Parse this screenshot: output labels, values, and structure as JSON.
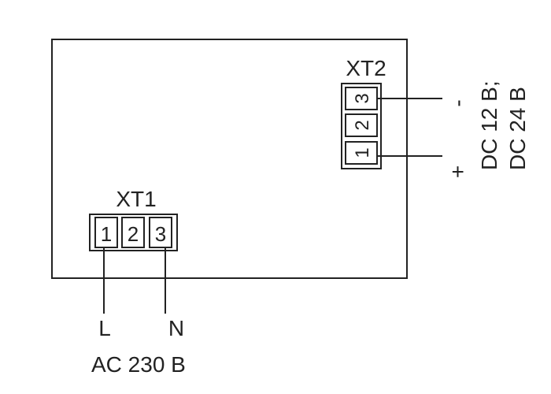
{
  "colors": {
    "line": "#222222",
    "background": "#ffffff"
  },
  "xt1": {
    "label": "XT1",
    "terminals": [
      "1",
      "2",
      "3"
    ],
    "wire_labels": {
      "left": "L",
      "right": "N"
    },
    "supply": "AC 230 B"
  },
  "xt2": {
    "label": "XT2",
    "terminals": [
      "3",
      "2",
      "1"
    ],
    "minus": "-",
    "plus": "+",
    "supply_line1": "DC 12 B;",
    "supply_line2": "DC 24 B"
  }
}
